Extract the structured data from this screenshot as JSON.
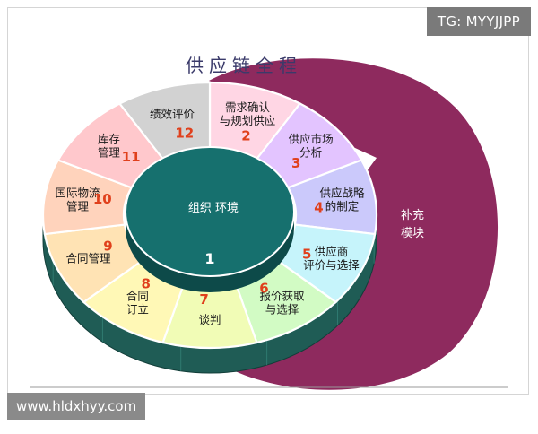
{
  "title": "供应链全程",
  "center": {
    "label": "组织 环境",
    "number": "1"
  },
  "supplement": {
    "line1": "补充",
    "line2": "模块"
  },
  "segments": [
    {
      "number": "2",
      "lines": [
        "需求确认",
        "与规划供应"
      ]
    },
    {
      "number": "3",
      "lines": [
        "供应市场",
        "分析"
      ]
    },
    {
      "number": "4",
      "lines": [
        "供应战略",
        "的制定"
      ]
    },
    {
      "number": "5",
      "lines": [
        "供应商",
        "评价与选择"
      ]
    },
    {
      "number": "6",
      "lines": [
        "报价获取",
        "与选择"
      ]
    },
    {
      "number": "7",
      "lines": [
        "谈判"
      ]
    },
    {
      "number": "8",
      "lines": [
        "合同",
        "订立"
      ]
    },
    {
      "number": "9",
      "lines": [
        "合同管理"
      ]
    },
    {
      "number": "10",
      "lines": [
        "国际物流",
        "管理"
      ]
    },
    {
      "number": "11",
      "lines": [
        "库存",
        "管理"
      ]
    },
    {
      "number": "12",
      "lines": [
        "绩效评价"
      ]
    }
  ],
  "watermarks": {
    "top_right": "TG: MYYJJPP",
    "bottom_left": "www.hldxhyy.com"
  },
  "colors": {
    "title": "#3a3a6a",
    "supplement_fill": "#8e2a5e",
    "hub_fill": "#16706e",
    "hub_side": "#0d4a49",
    "wheel_side": "#1f5c55",
    "number": "#e0401c",
    "segment_text": "#1a1a1a",
    "segment_fills": [
      "#ffd6e4",
      "#e3c4ff",
      "#cbc9fb",
      "#c6f4fb",
      "#d2fbc4",
      "#f1fcb6",
      "#fff8b6",
      "#ffe3b4",
      "#ffd3bc",
      "#ffc8cc",
      "#d2d2d2"
    ]
  }
}
